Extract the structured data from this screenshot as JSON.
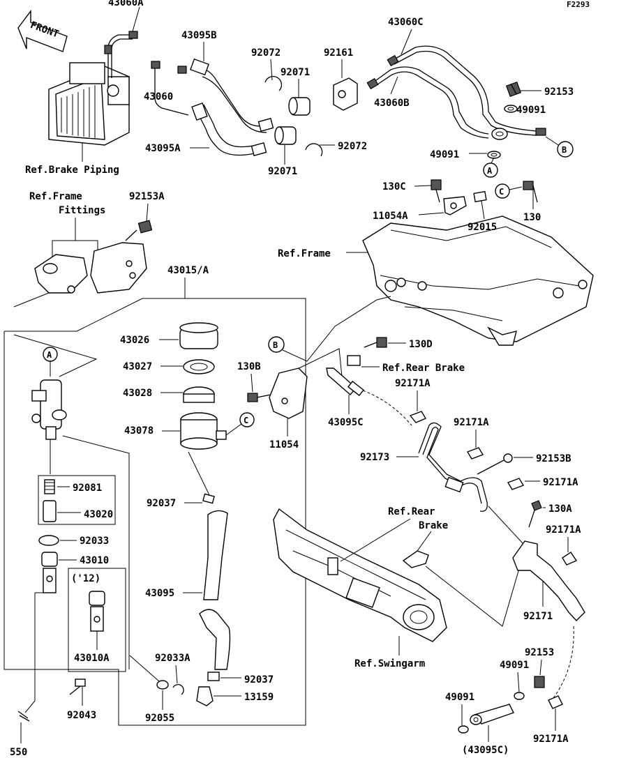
{
  "figure_code": "F2293",
  "front_label": "FRONT",
  "callouts": {
    "a": "A",
    "b": "B",
    "c": "C"
  },
  "labels": {
    "p43060A": "43060A",
    "p43095B": "43095B",
    "p92072_top": "92072",
    "p92071_top": "92071",
    "p92161": "92161",
    "p43060C": "43060C",
    "p92153": "92153",
    "p43060": "43060",
    "p43060B": "43060B",
    "p49091_right": "49091",
    "p43095A": "43095A",
    "p92072_bot": "92072",
    "p92071_bot": "92071",
    "p49091_mid": "49091",
    "ref_brake_piping": "Ref.Brake Piping",
    "ref_frame_fittings_1": "Ref.Frame",
    "ref_frame_fittings_2": "Fittings",
    "p92153A": "92153A",
    "p130C": "130C",
    "p11054A": "11054A",
    "p92015": "92015",
    "p130": "130",
    "ref_frame": "Ref.Frame",
    "p43015A": "43015/A",
    "p43026": "43026",
    "p43027": "43027",
    "p43028": "43028",
    "p43078": "43078",
    "p130B": "130B",
    "p130D": "130D",
    "ref_rear_brake_1": "Ref.Rear Brake",
    "p92171A_1": "92171A",
    "p43095C": "43095C",
    "p11054": "11054",
    "p92171A_2": "92171A",
    "p92173": "92173",
    "p92153B": "92153B",
    "p92171A_3": "92171A",
    "p92081": "92081",
    "p43020": "43020",
    "p92037_top": "92037",
    "ref_rear_brake_2a": "Ref.Rear",
    "ref_rear_brake_2b": "Brake",
    "p130A": "130A",
    "p92171A_4": "92171A",
    "p92033": "92033",
    "p43010": "43010",
    "y12": "('12)",
    "p43095": "43095",
    "p92171": "92171",
    "p43010A": "43010A",
    "ref_swingarm": "Ref.Swingarm",
    "p92033A": "92033A",
    "p92153_bot": "92153",
    "p49091_bot": "49091",
    "p92037_bot": "92037",
    "p13159": "13159",
    "p92043": "92043",
    "p92055": "92055",
    "p49091_low": "49091",
    "p92171A_5": "92171A",
    "p550": "550",
    "p43095C_paren": "(43095C)"
  }
}
